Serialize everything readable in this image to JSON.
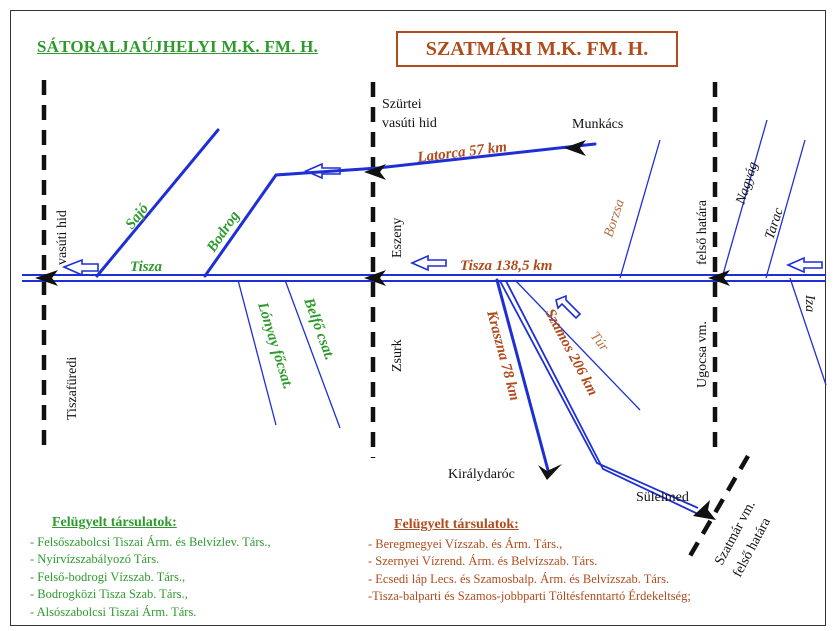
{
  "titles": {
    "left": "SÁTORALJAÚJHELYI M.K. FM. H.",
    "right": "SZATMÁRI M.K. FM. H."
  },
  "colors": {
    "river": "#1f2fd6",
    "green": "#2e9a2e",
    "brown": "#b04b1c",
    "tan": "#b86b3a",
    "boundary": "#111111"
  },
  "rivers": {
    "tisza_left": "Tisza",
    "tisza_right": "Tisza 138,5 km",
    "latorca": "Latorca 57 km",
    "sajo": "Sajó",
    "bodrog": "Bodrog",
    "lonyay": "Lónyay főcsat.",
    "belfo": "Belfő csat.",
    "kraszna": "Kraszna 78 km",
    "szamos": "Szamos 206 km",
    "tur": "Túr",
    "borzsa": "Borzsa",
    "nagyag": "Nagyág",
    "tarac": "Tarac",
    "iza": "Iza"
  },
  "places": {
    "tiszafured": "Tiszafüredi",
    "vasuti_hid": "vasúti hid",
    "szurtei_1": "Szürtei",
    "szurtei_2": "vasúti hid",
    "eszeny": "Eszeny",
    "zsurk": "Zsurk",
    "munkacs": "Munkács",
    "felso_hatara": "felső határa",
    "ugocsa": "Ugocsa vm.",
    "kiralydaroc": "Királydaróc",
    "sulelmed": "Sülelmed",
    "szatmar_1": "Szatmár vm.",
    "szatmar_2": "felső határa"
  },
  "left_list": {
    "heading": "Felügyelt társulatok:",
    "items": [
      "- Felsőszabolcsi Tiszai Árm. és Belvízlev. Társ.,",
      "- Nyírvízszabályozó Társ.",
      "- Felső-bodrogi Vízszab. Társ.,",
      "- Bodrogközi Tisza Szab. Társ.,",
      "- Alsószabolcsi Tiszai Árm. Társ."
    ]
  },
  "right_list": {
    "heading": "Felügyelt társulatok:",
    "items": [
      "- Beregmegyei Vízszab. és Árm. Társ.,",
      "- Szernyei Vízrend. Árm. és Belvízszab. Társ.",
      "- Ecsedi láp Lecs. és Szamosbalp.  Árm. és Belvízszab. Társ.",
      "-Tisza-balparti és Szamos-jobbparti Töltésfenntartó Érdekeltség;"
    ]
  }
}
